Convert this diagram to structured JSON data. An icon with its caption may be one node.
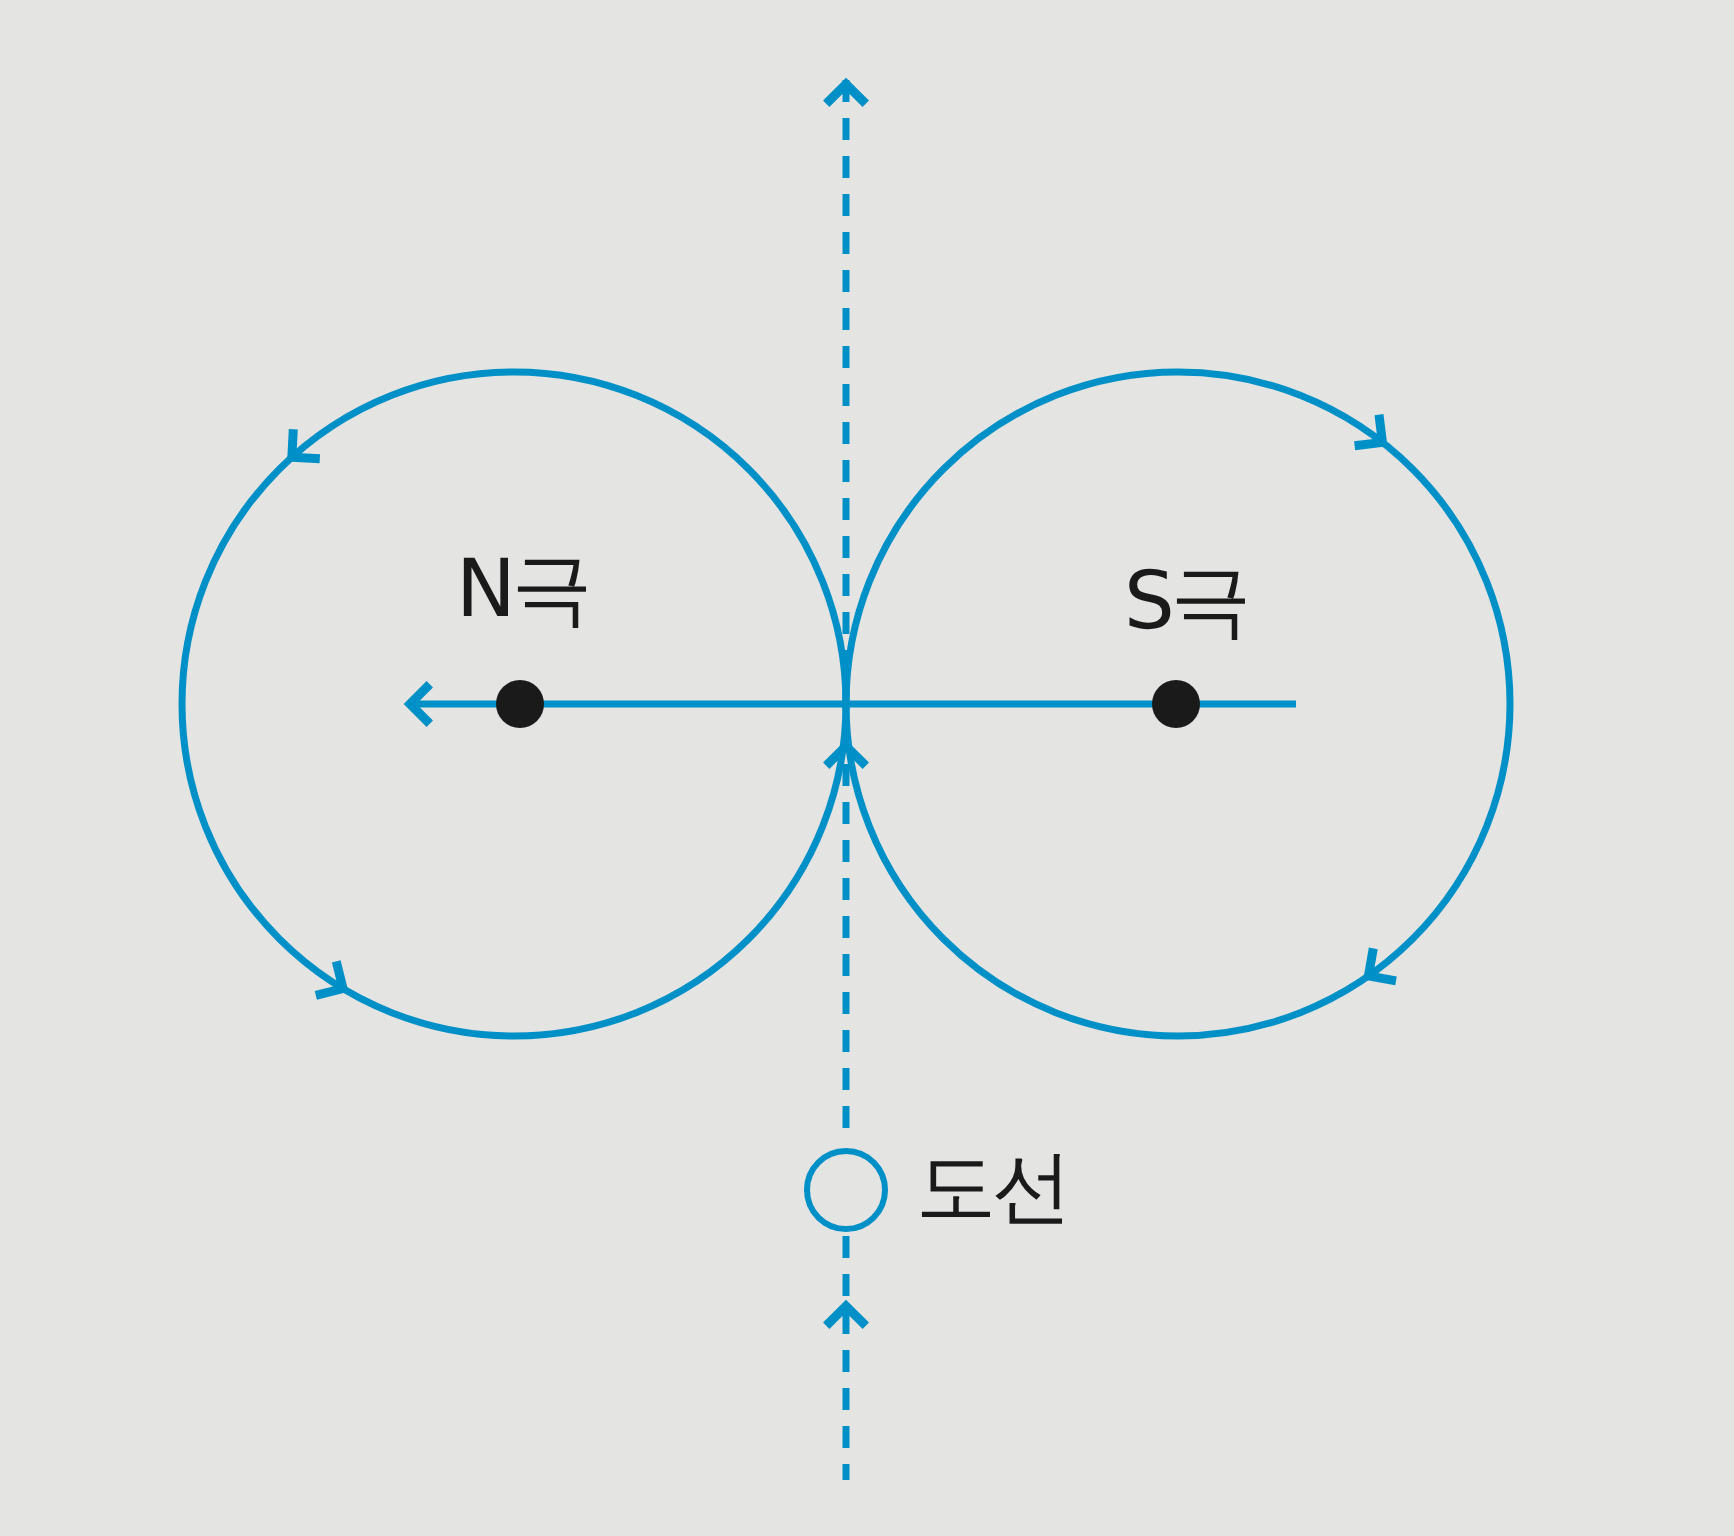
{
  "diagram": {
    "nodes": [
      {
        "text": [],
        "shape": "circle",
        "beside": [
          "N극"
        ]
      },
      {
        "text": [],
        "shape": "circle",
        "beside": [
          "S극"
        ]
      },
      {
        "text": [],
        "shape": "circle",
        "beside": [
          "도선"
        ]
      }
    ]
  }
}
